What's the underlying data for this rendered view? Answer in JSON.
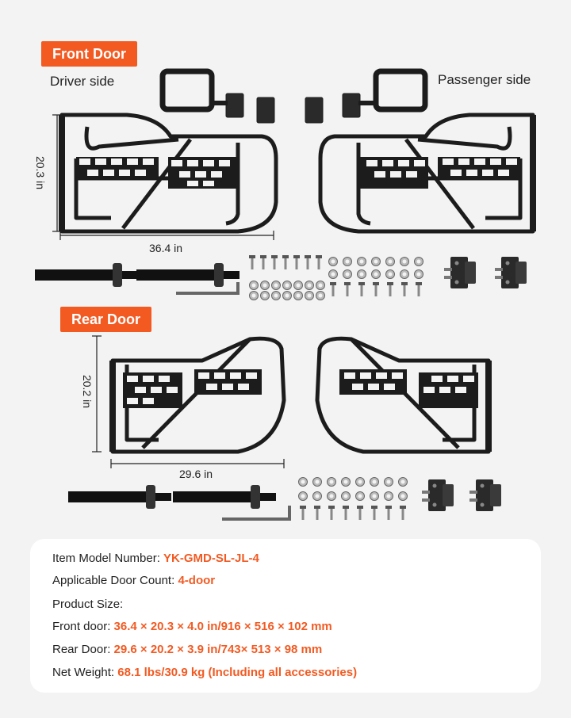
{
  "front": {
    "tag": "Front Door",
    "driver_label": "Driver side",
    "passenger_label": "Passenger side",
    "height": "20.3 in",
    "width": "36.4 in"
  },
  "rear": {
    "tag": "Rear Door",
    "height": "20.2 in",
    "width": "29.6 in"
  },
  "specs": {
    "model_label": "Item Model Number: ",
    "model_value": "YK-GMD-SL-JL-4",
    "count_label": "Applicable Door Count: ",
    "count_value": "4-door",
    "size_label": "Product Size:",
    "front_label": "Front door: ",
    "front_value": "36.4 × 20.3 × 4.0 in/916 × 516 × 102 mm",
    "rear_label": "Rear Door: ",
    "rear_value": "29.6 × 20.2 × 3.9 in/743× 513 × 98 mm",
    "weight_label": "Net Weight: ",
    "weight_value": "68.1 lbs/30.9 kg  (Including all accessories)"
  },
  "colors": {
    "accent": "#f25a22",
    "metal": "#1c1c1c"
  }
}
